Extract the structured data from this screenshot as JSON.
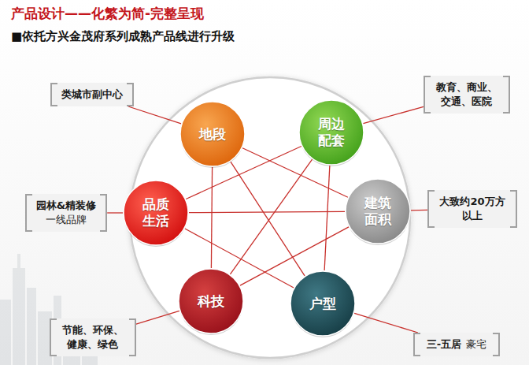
{
  "diagram": {
    "title": "产品设计——化繁为简-完整呈现",
    "nodes": [
      {
        "text": [
          "类城市副中心"
        ]
      },
      {
        "text": [
          "教育、商业、 交通、医院"
        ]
      },
      {
        "text": [
          "地段"
        ]
      },
      {
        "text": [
          "周边 配套"
        ]
      },
      {
        "text": [
          "品质 生活"
        ]
      },
      {
        "text": [
          "园林&精装修",
          "一线品牌"
        ]
      },
      {
        "text": [
          "建筑 面积"
        ]
      },
      {
        "text": [
          "大致约20万方 以上"
        ]
      },
      {
        "text": [
          "科技"
        ]
      },
      {
        "text": [
          "户型"
        ]
      },
      {
        "text": [
          "节能、环保、 健康、绿色"
        ]
      },
      {
        "text": [
          "三-五居",
          "豪宅"
        ]
      }
    ],
    "edges": [
      {
        "from": 0,
        "to": 2,
        "arrow": "none"
      },
      {
        "from": 1,
        "to": 3,
        "arrow": "none"
      },
      {
        "from": 5,
        "to": 4,
        "arrow": "none"
      },
      {
        "from": 7,
        "to": 6,
        "arrow": "none"
      },
      {
        "from": 10,
        "to": 8,
        "arrow": "none"
      },
      {
        "from": 11,
        "to": 9,
        "arrow": "none"
      },
      {
        "from": 2,
        "to": 6,
        "arrow": "none"
      },
      {
        "from": 2,
        "to": 9,
        "arrow": "none"
      },
      {
        "from": 2,
        "to": 8,
        "arrow": "none"
      },
      {
        "from": 3,
        "to": 9,
        "arrow": "none"
      },
      {
        "from": 3,
        "to": 8,
        "arrow": "none"
      },
      {
        "from": 3,
        "to": 4,
        "arrow": "none"
      },
      {
        "from": 6,
        "to": 8,
        "arrow": "none"
      },
      {
        "from": 6,
        "to": 4,
        "arrow": "none"
      },
      {
        "from": 9,
        "to": 4,
        "arrow": "none"
      }
    ],
    "labels": [
      "■依托方兴金茂府系列成熟产品线进行升级"
    ]
  }
}
